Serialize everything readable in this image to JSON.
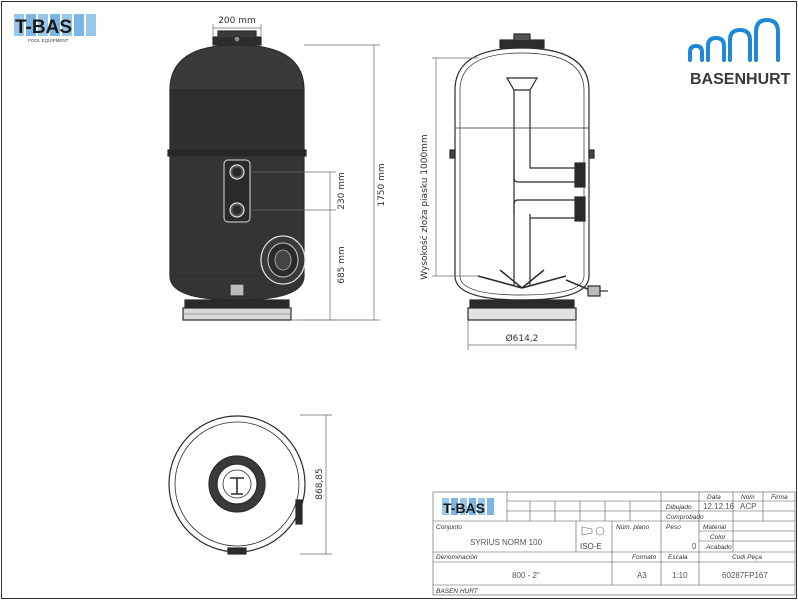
{
  "logos": {
    "tbas_top": "T-BAS",
    "tbas_top_sub": "POOL EQUIPMENT",
    "basenhurt": "BASENHURT",
    "tbas_block": "T-BAS"
  },
  "dimensions": {
    "top_width": "200 mm",
    "height_total": "1750 mm",
    "port_spacing": "230 mm",
    "port_height": "685 mm",
    "sand_height": "Wysokość złoża piasku 1000mm",
    "base_diameter": "Ø614,2",
    "plan_diameter": "868,85"
  },
  "title_block": {
    "fecha_label": "Data",
    "nom_label": "Nom",
    "firma_label": "Firma",
    "dibujado_label": "Dibujado",
    "dibujado_date": "12.12.16",
    "dibujado_nom": "ACP",
    "comprobado_label": "Comprobado",
    "conjunto_label": "Conjunto",
    "conjunto_value": "SYRIUS NORM 100",
    "standard": "ISO-E",
    "num_plano_label": "Núm. plano",
    "peso_label": "Peso",
    "peso_value": "0",
    "material_label": "Material",
    "color_label": "Color",
    "acabado_label": "Acabado",
    "denominacion_label": "Denominación",
    "denominacion_value": "800 - 2\"",
    "formato_label": "Formato",
    "formato_value": "A3",
    "escala_label": "Escala",
    "escala_value": "1:10",
    "codi_label": "Codi Peça",
    "codi_value": "60287FP167",
    "footer": "BASEN HURT"
  },
  "colors": {
    "line": "#2b2b2b",
    "dim_line": "#6a6a6a",
    "logo_blue": "#1e88d6",
    "logo_gray": "#3a3a3a"
  }
}
